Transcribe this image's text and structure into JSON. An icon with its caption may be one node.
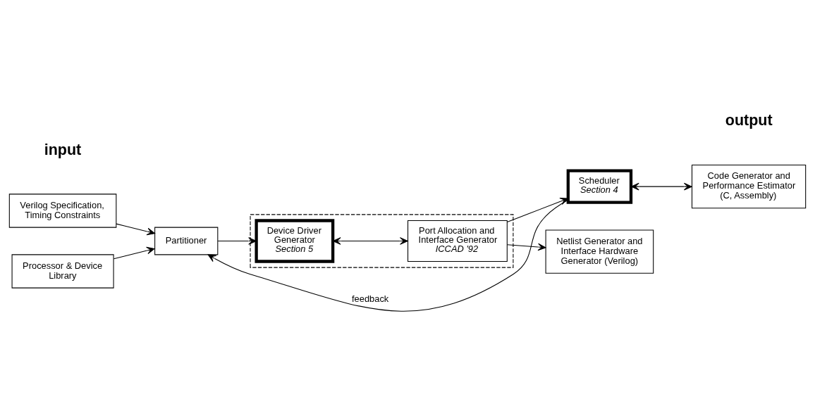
{
  "diagram": {
    "nodes": [
      {
        "text": [
          "Verilog Specification, Timing Constraints"
        ]
      },
      {
        "text": [
          "Processor & Device Library"
        ]
      },
      {
        "text": [
          "Partitioner"
        ]
      },
      {
        "text": [],
        "shape": "box"
      },
      {
        "text": [
          "Device Driver Generator",
          "Section 5"
        ],
        "in": 3
      },
      {
        "text": [
          "Port Allocation and Interface Generator",
          "ICCAD '92"
        ],
        "in": 3
      },
      {
        "text": [
          "Scheduler",
          "Section 4"
        ]
      },
      {
        "text": [
          "Netlist Generator and Interface Hardware Generator (Verilog)"
        ]
      },
      {
        "text": [
          "Code Generator and Performance Estimator (C, Assembly)"
        ]
      }
    ],
    "edges": [
      {
        "from": 0,
        "to": 2,
        "arrow": "to"
      },
      {
        "from": 1,
        "to": 2,
        "arrow": "to"
      },
      {
        "from": 2,
        "to": 4,
        "arrow": "to"
      },
      {
        "from": 4,
        "to": 5,
        "arrow": "both"
      },
      {
        "from": 5,
        "to": 7,
        "arrow": "to"
      },
      {
        "from": 5,
        "to": 6,
        "arrow": "to"
      },
      {
        "from": 6,
        "to": 2,
        "arrow": "to",
        "label": "feedback"
      },
      {
        "from": 6,
        "to": 8,
        "arrow": "both"
      }
    ],
    "labels": [
      "input",
      "output"
    ]
  }
}
